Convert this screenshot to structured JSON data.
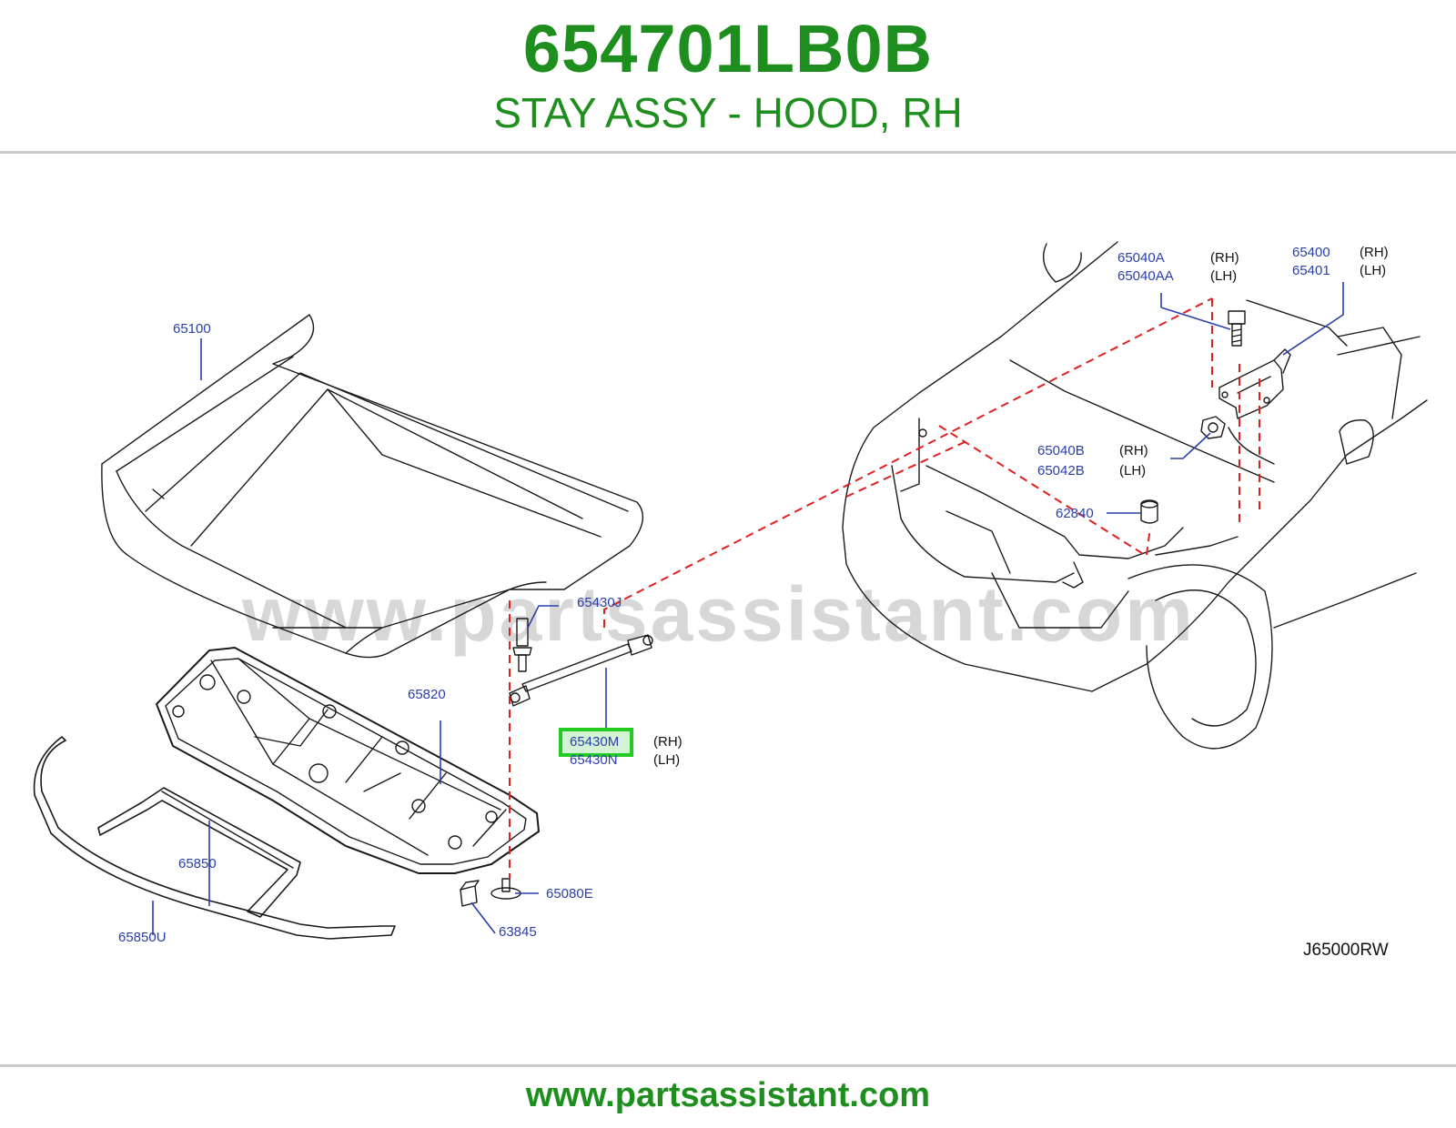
{
  "header": {
    "part_number": "654701LB0B",
    "description": "STAY ASSY - HOOD, RH"
  },
  "diagram": {
    "watermark": "www.partsassistant.com",
    "reference_code": "J65000RW",
    "highlighted_part": "65430M",
    "callouts": {
      "p65100": "65100",
      "p65820": "65820",
      "p65850": "65850",
      "p65850U": "65850U",
      "p65430J": "65430J",
      "p65430M": "65430M",
      "p65430N": "65430N",
      "p65080E": "65080E",
      "p63845": "63845",
      "p65040A": "65040A",
      "p65040AA": "65040AA",
      "p65400": "65400",
      "p65401": "65401",
      "p65040B": "65040B",
      "p65042B": "65042B",
      "p62840": "62840"
    },
    "side_labels": {
      "rh": "(RH)",
      "lh": "(LH)"
    },
    "colors": {
      "callout_text": "#2a3fa8",
      "leader_line": "#2a3fa8",
      "dashed_line": "#e02020",
      "highlight_border": "#22cc22",
      "brand_green": "#1e8f1e"
    }
  },
  "footer": {
    "url": "www.partsassistant.com"
  }
}
